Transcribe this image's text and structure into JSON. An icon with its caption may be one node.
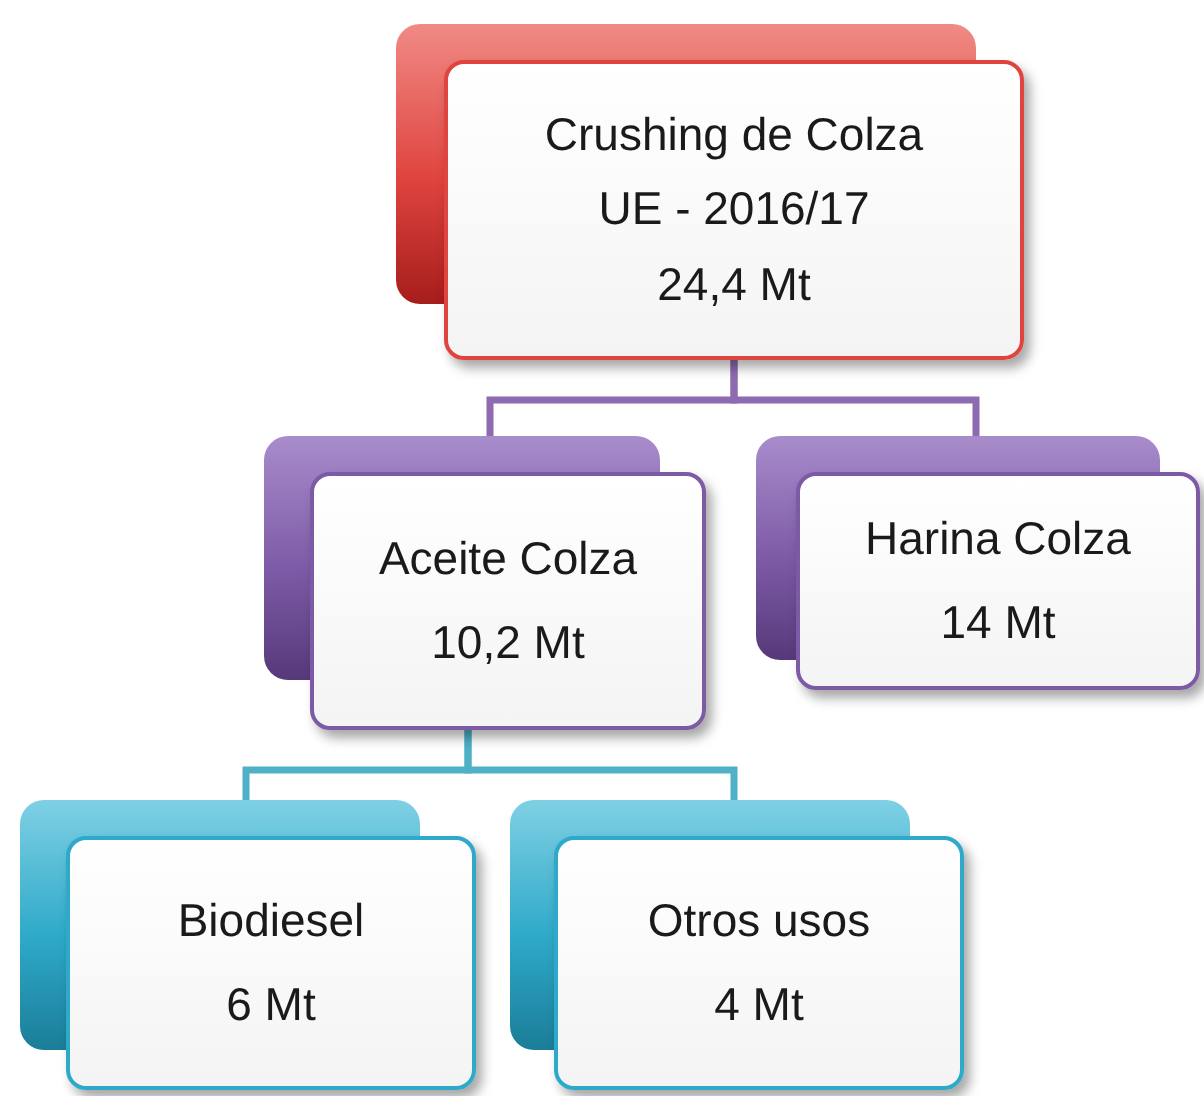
{
  "diagram": {
    "nodes": [
      {
        "text": [
          "Crushing de Colza",
          "UE - 2016/17",
          "24,4 Mt"
        ]
      },
      {
        "text": [
          "Aceite Colza",
          "10,2 Mt"
        ]
      },
      {
        "text": [
          "Harina Colza",
          "14 Mt"
        ]
      },
      {
        "text": [
          "Biodiesel",
          "6 Mt"
        ]
      },
      {
        "text": [
          "Otros usos",
          "4 Mt"
        ]
      }
    ],
    "edges": [
      {
        "from": 0,
        "to": 1,
        "arrow": "none",
        "color": "#8e6bb0"
      },
      {
        "from": 0,
        "to": 2,
        "arrow": "none",
        "color": "#8e6bb0"
      },
      {
        "from": 1,
        "to": 3,
        "arrow": "none",
        "color": "#4fb0c6"
      },
      {
        "from": 1,
        "to": 4,
        "arrow": "none",
        "color": "#4fb0c6"
      }
    ]
  }
}
